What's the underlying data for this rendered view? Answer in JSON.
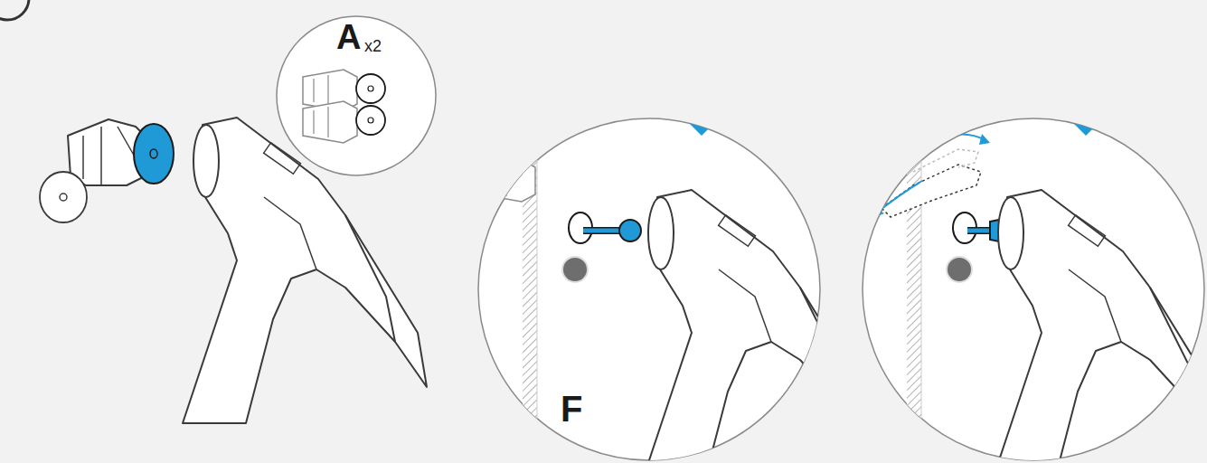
{
  "diagram": {
    "labels": [
      "A",
      "x2",
      "F"
    ]
  }
}
